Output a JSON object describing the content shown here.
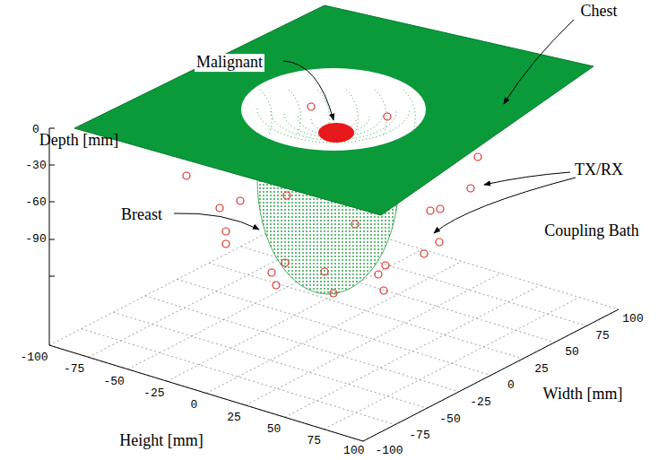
{
  "diagram": {
    "labels": [
      "Chest",
      "Malignant",
      "Depth [mm]",
      "0",
      "TX/RX",
      "-30",
      "Breast",
      "-60",
      "Coupling Bath",
      "-90",
      "-100",
      "-75",
      "-50",
      "-25",
      "0",
      "25",
      "50",
      "75",
      "100",
      "100",
      "75",
      "50",
      "25",
      "0",
      "-25",
      "-50",
      "-75",
      "-100",
      "Height [mm]",
      "Width [mm]"
    ]
  }
}
